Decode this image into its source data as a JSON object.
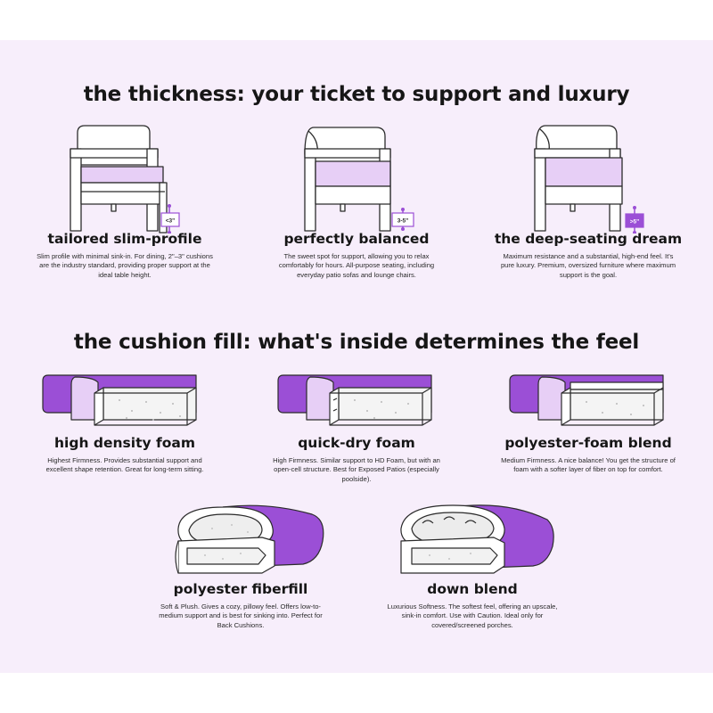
{
  "section_thickness": {
    "heading": "the thickness: your ticket to support and luxury",
    "items": [
      {
        "title": "tailored slim-profile",
        "badge": "<3\"",
        "description": "Slim profile with minimal sink-in. For dining, 2\"–3\" cushions are the industry standard, providing proper support at the ideal table height."
      },
      {
        "title": "perfectly balanced",
        "badge": "3-5\"",
        "description": "The sweet spot for support, allowing you to relax comfortably for hours. All-purpose seating, including everyday patio sofas and lounge chairs."
      },
      {
        "title": "the deep-seating dream",
        "badge": ">5\"",
        "description": "Maximum resistance and a substantial, high-end feel. It's pure luxury. Premium, oversized furniture where maximum support is the goal."
      }
    ]
  },
  "section_fill": {
    "heading": "the cushion fill: what's inside determines the feel",
    "items": [
      {
        "title": "high density foam",
        "description": "Highest Firmness. Provides substantial support and excellent shape retention. Great for long-term sitting."
      },
      {
        "title": "quick-dry foam",
        "description": "High Firmness. Similar support to HD Foam, but with an open-cell structure. Best for Exposed Patios (especially poolside)."
      },
      {
        "title": "polyester-foam blend",
        "description": "Medium Firmness. A nice balance! You get the structure of foam with a softer layer of fiber on top for comfort."
      },
      {
        "title": "polyester fiberfill",
        "description": "Soft & Plush. Gives a cozy, pillowy feel. Offers low-to-medium support and is best for sinking into. Perfect for Back Cushions."
      },
      {
        "title": "down blend",
        "description": "Luxurious Softness. The softest feel, offering an upscale, sink-in comfort. Use with Caution. Ideal only for covered/screened porches."
      }
    ]
  },
  "colors": {
    "background": "#f7eefb",
    "accent_purple": "#9b4fd6",
    "light_purple": "#e7cff6",
    "outline": "#2b2b2b"
  }
}
